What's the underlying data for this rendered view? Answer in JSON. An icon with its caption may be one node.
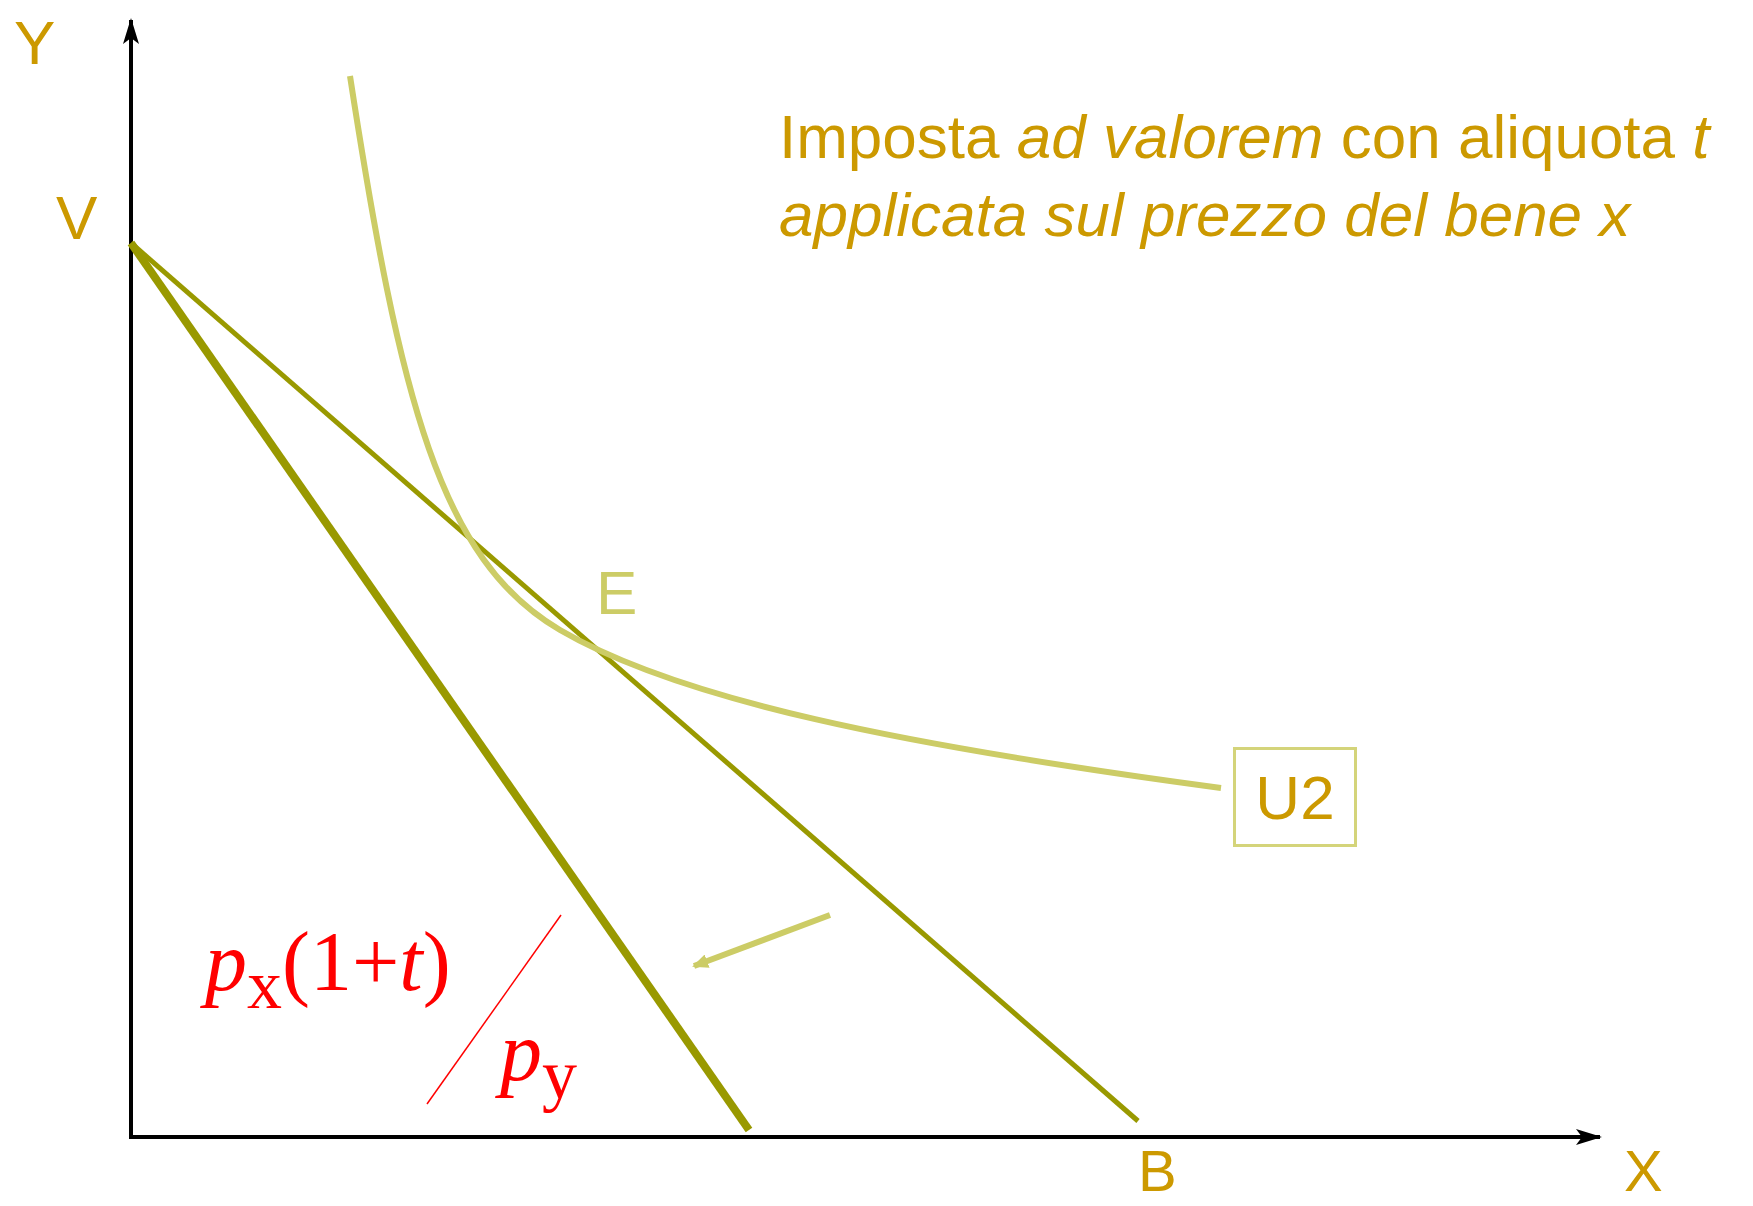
{
  "diagram": {
    "title": "Imposta *ad valorem* con aliquota *t applicata sul prezzo del bene x*",
    "nodes": [
      {
        "text": [
          "U2"
        ]
      }
    ],
    "edges": [],
    "labels": [
      "Y",
      "V",
      "E",
      "B",
      "X",
      "*p*$_{x}$(1+*t*)",
      "*p*$_{y}$"
    ]
  }
}
